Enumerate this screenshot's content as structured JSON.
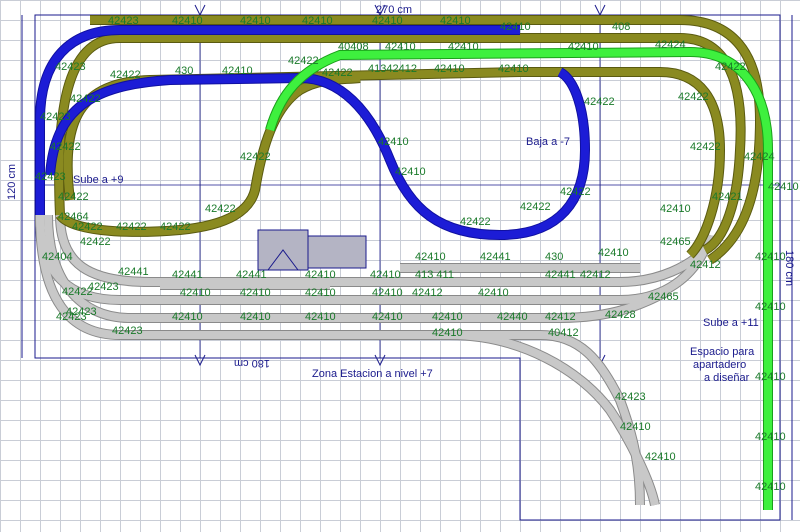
{
  "dimensions": {
    "top_width": "270 cm",
    "left_height": "120 cm",
    "right_height": "180 cm",
    "bottom_width": "180 cm"
  },
  "notes": {
    "sube_9": "Sube a +9",
    "baja_7": "Baja a -7",
    "sube_11": "Sube a +11",
    "espacio_1": "Espacio para",
    "espacio_2": "apartadero",
    "espacio_3": "a diseñar",
    "zona": "Zona Estacion a nivel +7"
  },
  "colors": {
    "olive": "#8a8a20",
    "blue": "#1c1cd6",
    "green": "#3ef03e",
    "grey": "#c8c8c8",
    "frame": "#1a1a8c",
    "label": "#1a7a2a",
    "building": "#b4b4c4"
  },
  "piece_labels": {
    "t1": "42423",
    "t2": "42410",
    "t3": "42410",
    "t4": "42410",
    "t5": "42410",
    "t6": "42410",
    "t7": "42410",
    "t8": "408",
    "t9": "42424",
    "t10": "42422",
    "t11": "42423",
    "t12": "42422",
    "t13": "430",
    "t14": "42410",
    "t15": "42422",
    "t16": "40408",
    "t17": "42410",
    "t18": "42410",
    "t19": "42410",
    "t20": "42422",
    "t21": "42422",
    "t22": "41342412",
    "t23": "42410",
    "t24": "42410",
    "t25": "42423",
    "t26": "42422",
    "t27": "42422",
    "t28": "42410",
    "t29": "42410",
    "t30": "42422",
    "t31": "42422",
    "t32": "42424",
    "t33": "42410",
    "t34": "42421",
    "t35": "42422",
    "t36": "42422",
    "t37": "42422",
    "t38": "42422",
    "t39": "42422",
    "t40": "42441",
    "t41": "42441",
    "t42": "42410",
    "t43": "42410",
    "t44": "42441",
    "t45": "430",
    "t46": "42410",
    "t47": "413 411",
    "t48": "42441",
    "t49": "42441",
    "t50": "42410",
    "t51": "42410",
    "t52": "42412",
    "t53": "42410",
    "t54": "42465",
    "t55": "42412",
    "t56": "42410",
    "t57": "42410",
    "t58": "42410",
    "t59": "42410",
    "t60": "42410",
    "t61": "42440",
    "t62": "42412",
    "t63": "42428",
    "t64": "42465",
    "t65": "40412",
    "t66": "42423",
    "t67": "42410",
    "t68": "42410",
    "t69": "42410",
    "t70": "42410",
    "t71": "42412",
    "t72": "42423",
    "t73": "42410",
    "t74": "42423",
    "t75": "42422",
    "t76": "42423",
    "t77": "42423",
    "t78": "42422",
    "t79": "42404",
    "t80": "42464",
    "t81": "42423",
    "t82": "42422",
    "t83": "42422",
    "t84": "42410",
    "t85": "42410",
    "t86": "42410",
    "t87": "42410",
    "t88": "42410",
    "t89": "42410",
    "t90": "42422",
    "t91": "42422",
    "t92": "42410"
  }
}
